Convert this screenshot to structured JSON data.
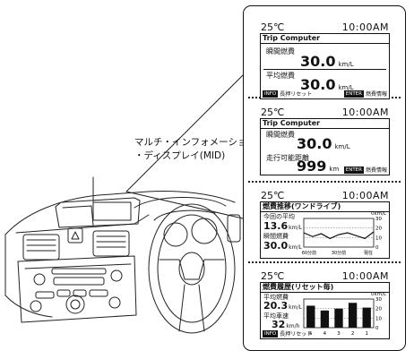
{
  "caption": {
    "line1": "マルチ・インフォメーション",
    "line2": "・ディスプレイ(MID)"
  },
  "screens": [
    {
      "temp": "25℃",
      "clock": "10:00AM",
      "title": "Trip Computer",
      "row1_label": "瞬間燃費",
      "row1_value": "30.0",
      "row1_unit": "km/L",
      "row2_label": "平均燃費",
      "row2_value": "30.0",
      "row2_unit": "km/L",
      "foot_left_tag": "INFO",
      "foot_left_text": "長押リセット",
      "foot_right_tag": "ENTER",
      "foot_right_text": "燃費情報"
    },
    {
      "temp": "25℃",
      "clock": "10:00AM",
      "title": "Trip Computer",
      "row1_label": "瞬間燃費",
      "row1_value": "30.0",
      "row1_unit": "km/L",
      "row2_label": "走行可能距離",
      "row2_value": "999",
      "row2_unit": "km",
      "foot_right_tag": "ENTER",
      "foot_right_text": "燃費情報"
    },
    {
      "temp": "25℃",
      "clock": "10:00AM",
      "title": "燃費推移(ワンドライブ)",
      "unit": "0km/L",
      "label_a": "今回の平均",
      "value_a": "13.6",
      "unit_a": "km/L",
      "label_b": "瞬間燃費",
      "value_b": "30.0",
      "unit_b": "km/L",
      "axis": [
        "30",
        "20",
        "10",
        "0"
      ],
      "ticks": [
        "60分前",
        "30分前",
        "現在"
      ],
      "chart_data": {
        "type": "line",
        "x": [
          1,
          2,
          3,
          4,
          5,
          6,
          7,
          8,
          9
        ],
        "values": [
          15,
          11,
          14,
          9,
          13,
          15,
          12,
          9,
          16
        ],
        "ylim": [
          0,
          30
        ]
      }
    },
    {
      "temp": "25℃",
      "clock": "10:00AM",
      "title": "燃費履歴(リセット毎)",
      "unit": "0km/L",
      "label_a": "平均燃費",
      "value_a": "20.3",
      "unit_a": "km/L",
      "label_b": "平均車速",
      "value_b": "32",
      "unit_b": "km/h",
      "axis": [
        "30",
        "20",
        "10",
        "0"
      ],
      "bar_labels": [
        "5",
        "4",
        "3",
        "2",
        "1"
      ],
      "foot_left_tag": "INFO",
      "foot_left_text": "長押リセット",
      "chart_data": {
        "type": "bar",
        "categories": [
          "5",
          "4",
          "3",
          "2",
          "1"
        ],
        "values": [
          23,
          18,
          20,
          26,
          21
        ],
        "ylim": [
          0,
          30
        ]
      }
    }
  ]
}
